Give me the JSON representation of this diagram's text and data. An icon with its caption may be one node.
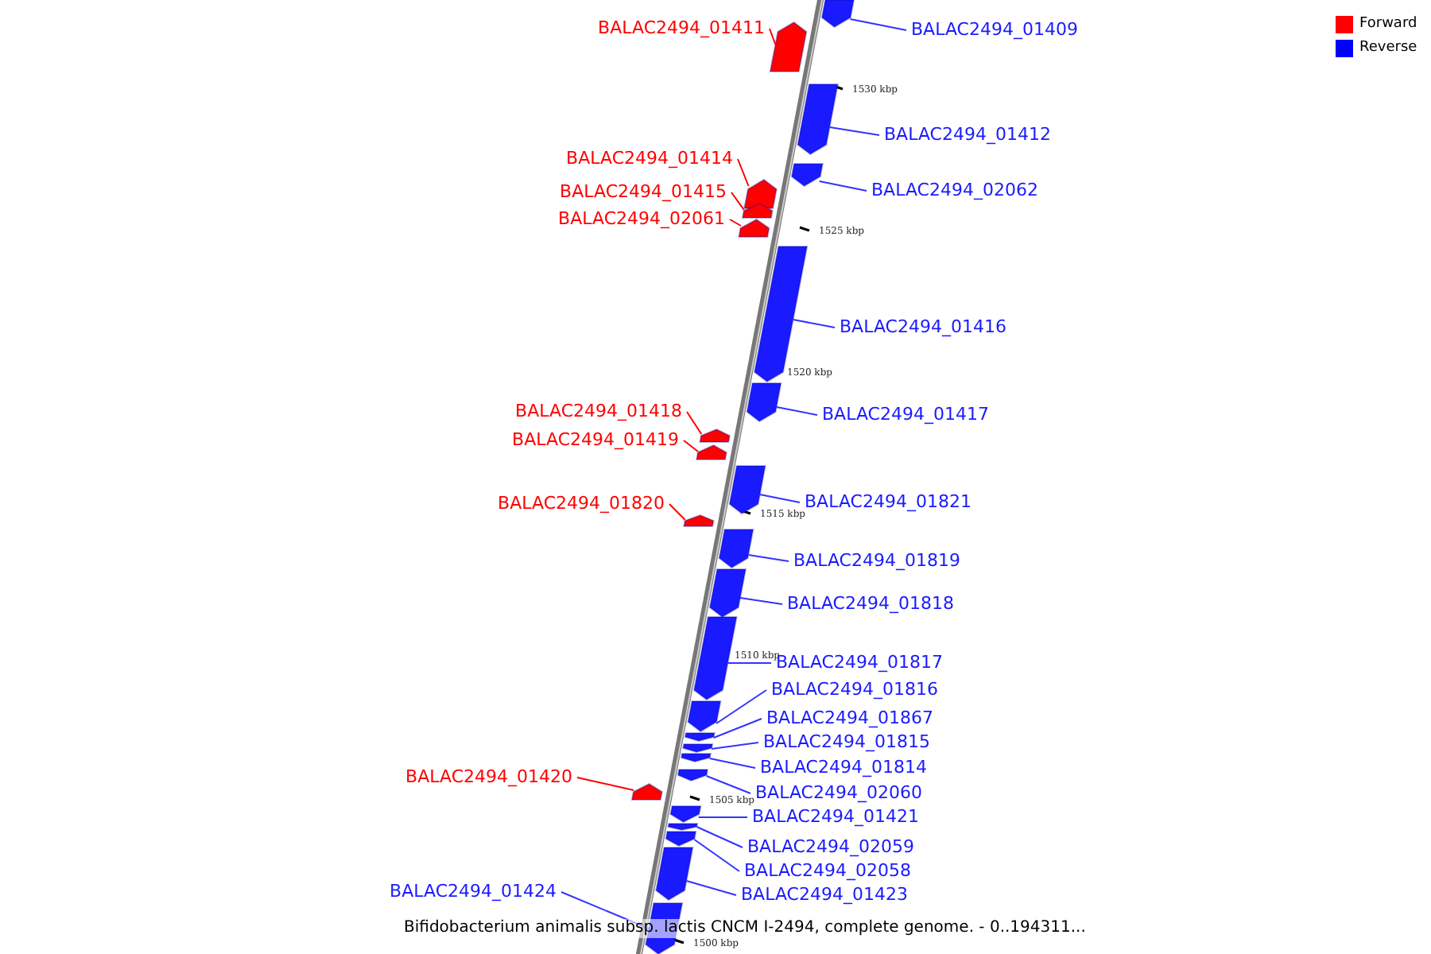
{
  "diagram": {
    "caption": "Bifidobacterium animalis subsp. lactis CNCM I-2494, complete genome. - 0..194311...",
    "nodes": [
      {
        "text": [
          "BALAC2494_01411"
        ]
      },
      {
        "text": [],
        "shape": "bar"
      },
      {
        "text": [
          "BALAC2494_01409"
        ]
      },
      {
        "text": [],
        "shape": "bar"
      },
      {
        "text": [
          "BALAC2494_01412"
        ]
      },
      {
        "text": [],
        "shape": "bar"
      },
      {
        "text": [
          "BALAC2494_01414"
        ]
      },
      {
        "text": [],
        "shape": "bar"
      },
      {
        "text": [
          "BALAC2494_02062"
        ]
      },
      {
        "text": [],
        "shape": "bar"
      },
      {
        "text": [
          "BALAC2494_01415"
        ]
      },
      {
        "text": [],
        "shape": "bar"
      },
      {
        "text": [
          "BALAC2494_02061"
        ]
      },
      {
        "text": [],
        "shape": "bar"
      },
      {
        "text": [
          "BALAC2494_01416"
        ]
      },
      {
        "text": [],
        "shape": "bar"
      },
      {
        "text": [
          "BALAC2494_01418"
        ]
      },
      {
        "text": [],
        "shape": "bar"
      },
      {
        "text": [
          "BALAC2494_01417"
        ]
      },
      {
        "text": [],
        "shape": "bar"
      },
      {
        "text": [
          "BALAC2494_01419"
        ]
      },
      {
        "text": [],
        "shape": "bar"
      },
      {
        "text": [
          "BALAC2494_01821"
        ]
      },
      {
        "text": [],
        "shape": "bar"
      },
      {
        "text": [
          "BALAC2494_01820"
        ]
      },
      {
        "text": [],
        "shape": "bar"
      },
      {
        "text": [
          "BALAC2494_01819"
        ]
      },
      {
        "text": [],
        "shape": "bar"
      },
      {
        "text": [
          "BALAC2494_01818"
        ]
      },
      {
        "text": [],
        "shape": "bar"
      },
      {
        "text": [
          "BALAC2494_01817"
        ]
      },
      {
        "text": [],
        "shape": "bar"
      },
      {
        "text": [
          "BALAC2494_01816"
        ]
      },
      {
        "text": [],
        "shape": "bar"
      },
      {
        "text": [
          "BALAC2494_01867"
        ]
      },
      {
        "text": [],
        "shape": "bar"
      },
      {
        "text": [
          "BALAC2494_01815"
        ]
      },
      {
        "text": [],
        "shape": "bar"
      },
      {
        "text": [
          "BALAC2494_01814"
        ]
      },
      {
        "text": [],
        "shape": "bar"
      },
      {
        "text": [
          "BALAC2494_01420"
        ]
      },
      {
        "text": [],
        "shape": "bar"
      },
      {
        "text": [
          "BALAC2494_02060"
        ]
      },
      {
        "text": [],
        "shape": "bar"
      },
      {
        "text": [
          "BALAC2494_01421"
        ]
      },
      {
        "text": [],
        "shape": "bar"
      },
      {
        "text": [
          "BALAC2494_02059"
        ]
      },
      {
        "text": [],
        "shape": "bar"
      },
      {
        "text": [
          "BALAC2494_02058"
        ]
      },
      {
        "text": [],
        "shape": "bar"
      },
      {
        "text": [
          "BALAC2494_01423"
        ]
      },
      {
        "text": [],
        "shape": "bar"
      },
      {
        "text": [
          "BALAC2494_01424"
        ]
      },
      {
        "text": [],
        "shape": "bar"
      }
    ],
    "edges": [
      {
        "from": 0,
        "to": 1,
        "arrow": "none",
        "color": "#ff0000"
      },
      {
        "from": 2,
        "to": 3,
        "arrow": "none"
      },
      {
        "from": 4,
        "to": 5,
        "arrow": "none"
      },
      {
        "from": 6,
        "to": 7,
        "arrow": "none",
        "color": "#ff0000"
      },
      {
        "from": 8,
        "to": 9,
        "arrow": "none"
      },
      {
        "from": 10,
        "to": 11,
        "arrow": "none",
        "color": "#ff0000"
      },
      {
        "from": 12,
        "to": 13,
        "arrow": "none",
        "color": "#ff0000"
      },
      {
        "from": 14,
        "to": 15,
        "arrow": "none"
      },
      {
        "from": 16,
        "to": 17,
        "arrow": "none",
        "color": "#ff0000"
      },
      {
        "from": 18,
        "to": 19,
        "arrow": "none"
      },
      {
        "from": 20,
        "to": 21,
        "arrow": "none",
        "color": "#ff0000"
      },
      {
        "from": 22,
        "to": 23,
        "arrow": "none"
      },
      {
        "from": 24,
        "to": 25,
        "arrow": "none",
        "color": "#ff0000"
      },
      {
        "from": 26,
        "to": 27,
        "arrow": "none"
      },
      {
        "from": 28,
        "to": 29,
        "arrow": "none"
      },
      {
        "from": 30,
        "to": 31,
        "arrow": "none"
      },
      {
        "from": 32,
        "to": 33,
        "arrow": "none"
      },
      {
        "from": 34,
        "to": 35,
        "arrow": "none"
      },
      {
        "from": 36,
        "to": 37,
        "arrow": "none"
      },
      {
        "from": 38,
        "to": 39,
        "arrow": "none"
      },
      {
        "from": 40,
        "to": 41,
        "arrow": "none",
        "color": "#ff0000"
      },
      {
        "from": 42,
        "to": 43,
        "arrow": "none"
      },
      {
        "from": 44,
        "to": 45,
        "arrow": "none"
      },
      {
        "from": 46,
        "to": 47,
        "arrow": "none"
      },
      {
        "from": 48,
        "to": 49,
        "arrow": "none"
      },
      {
        "from": 50,
        "to": 51,
        "arrow": "none"
      },
      {
        "from": 52,
        "to": 53,
        "arrow": "none"
      }
    ],
    "labels": [
      "1530 kbp",
      "1525 kbp",
      "1520 kbp",
      "1515 kbp",
      "1510 kbp",
      "1505 kbp",
      "1500 kbp"
    ],
    "legend": [
      {
        "text": "Forward",
        "color": "#ff0000"
      },
      {
        "text": "Reverse",
        "color": "#0000ff"
      }
    ]
  }
}
